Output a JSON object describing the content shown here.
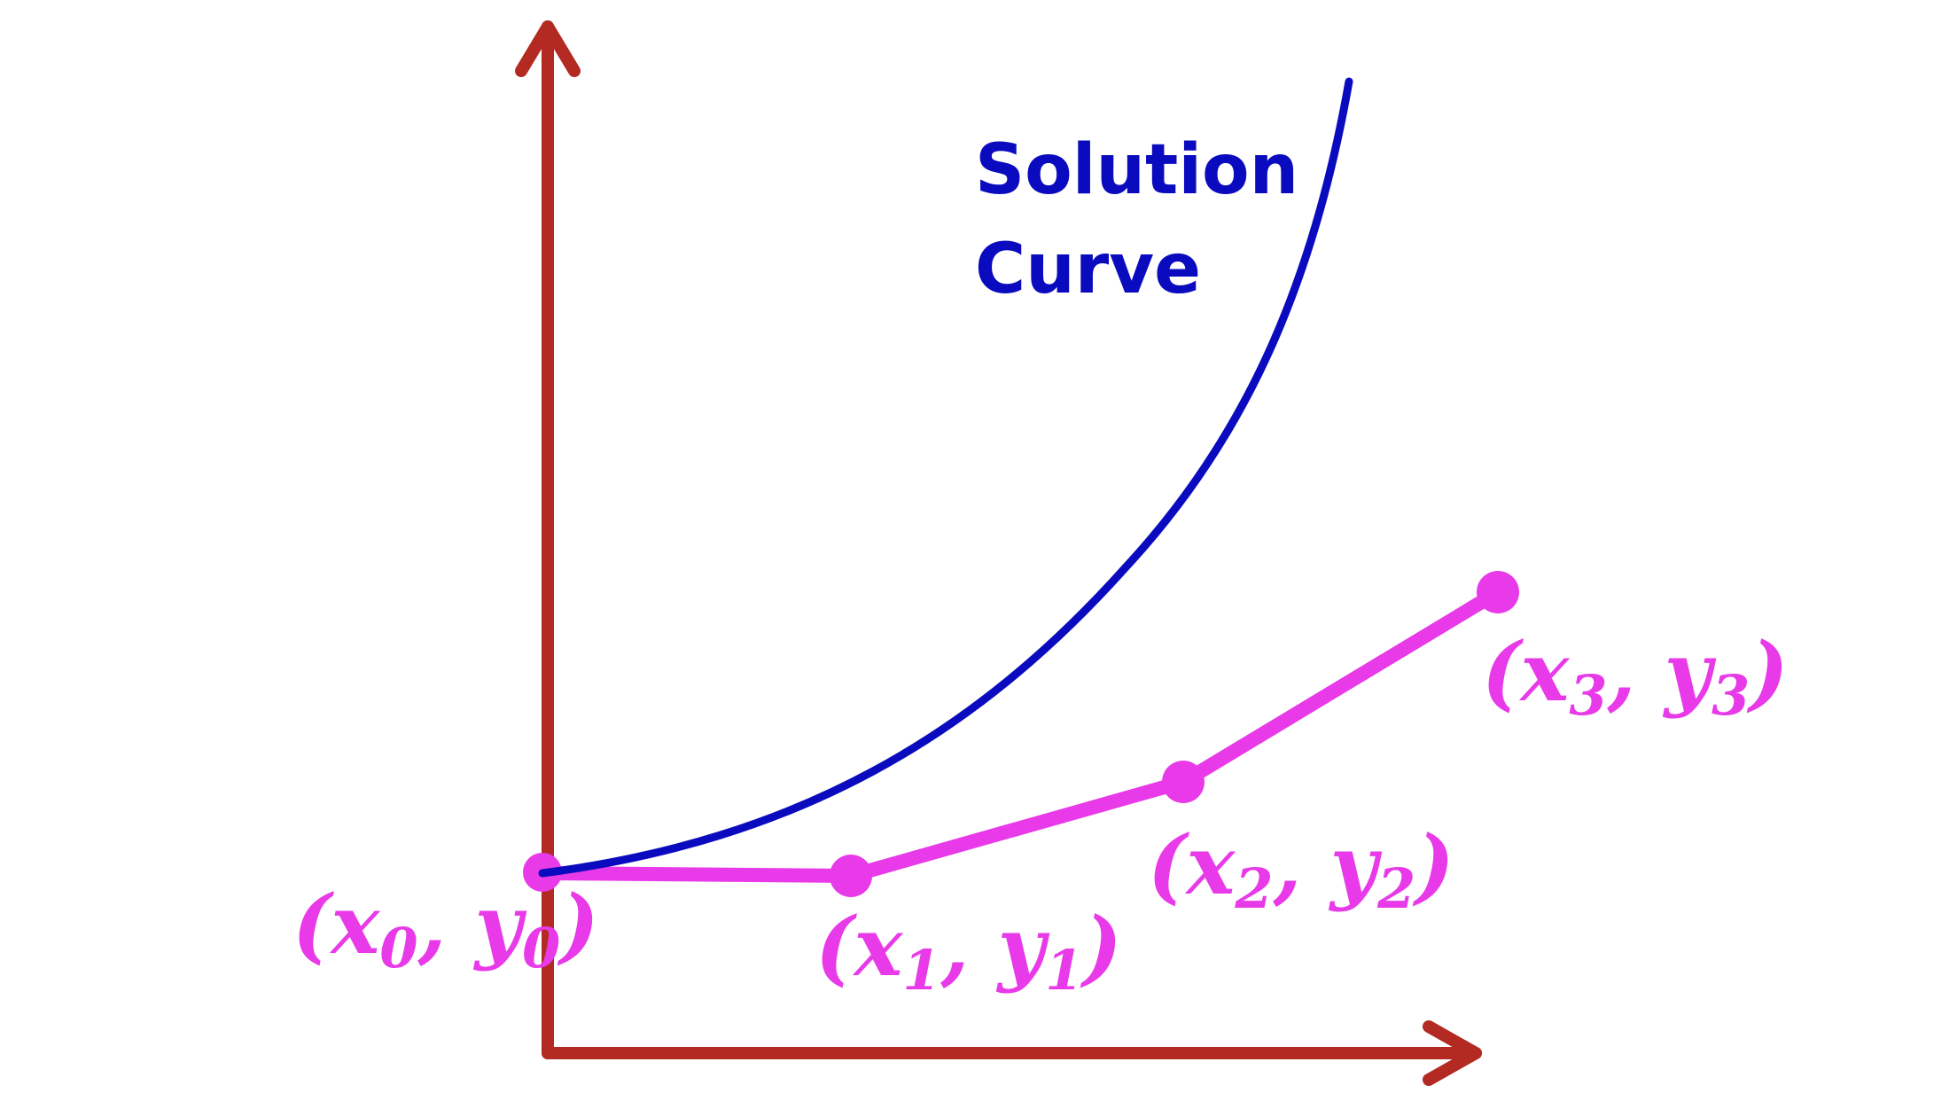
{
  "colors": {
    "axes": "#b22a22",
    "solution_curve": "#0a0abf",
    "euler_path": "#e83ae8",
    "background": "#ffffff"
  },
  "solution_curve": {
    "label_line1": "Solution",
    "label_line2": "Curve"
  },
  "points": [
    {
      "name": "(x0, y0)",
      "open": "(",
      "x": "x",
      "x_sub": "0",
      "sep": ", ",
      "y": "y",
      "y_sub": "0",
      "close": ")"
    },
    {
      "name": "(x1, y1)",
      "open": "(",
      "x": "x",
      "x_sub": "1",
      "sep": ", ",
      "y": "y",
      "y_sub": "1",
      "close": ")"
    },
    {
      "name": "(x2, y2)",
      "open": "(",
      "x": "x",
      "x_sub": "2",
      "sep": ", ",
      "y": "y",
      "y_sub": "2",
      "close": ")"
    },
    {
      "name": "(x3, y3)",
      "open": "(",
      "x": "x",
      "x_sub": "3",
      "sep": ", ",
      "y": "y",
      "y_sub": "3",
      "close": ")"
    }
  ]
}
